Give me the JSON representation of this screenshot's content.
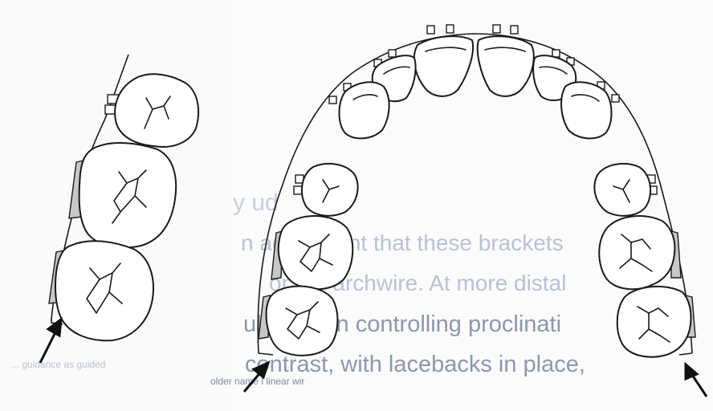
{
  "ghost_text": {
    "line1": "y   ud",
    "line2": "n agreement that these brackets",
    "line3": "or the archwire. At more distal",
    "line4": "ul effect in controlling proclinati",
    "line5": "contrast, with lacebacks in place,",
    "left_line1": "...  guidance as guided",
    "left_line2": "older name l linear wir"
  },
  "colors": {
    "ink": "#1a1a1a",
    "band_fill": "#c8c8c8",
    "page": "#fbfbfc",
    "ghost": "#b9c1d3"
  },
  "icons": {
    "arrow": "black-diagonal-arrow"
  }
}
